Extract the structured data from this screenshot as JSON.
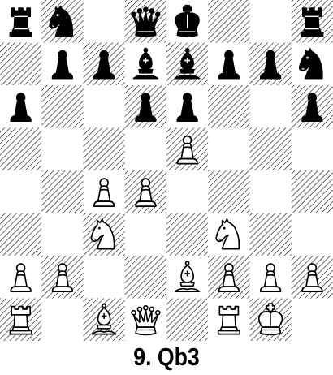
{
  "board": {
    "orientation": "white-bottom",
    "files": [
      "a",
      "b",
      "c",
      "d",
      "e",
      "f",
      "g",
      "h"
    ],
    "ranks": [
      "8",
      "7",
      "6",
      "5",
      "4",
      "3",
      "2",
      "1"
    ],
    "light_square_color": "#ffffff",
    "dark_square_style": "diagonal-hatch",
    "hatch_color": "#000000",
    "pieces": [
      {
        "square": "a8",
        "color": "black",
        "type": "rook"
      },
      {
        "square": "b8",
        "color": "black",
        "type": "knight"
      },
      {
        "square": "d8",
        "color": "black",
        "type": "queen"
      },
      {
        "square": "e8",
        "color": "black",
        "type": "king"
      },
      {
        "square": "h8",
        "color": "black",
        "type": "rook"
      },
      {
        "square": "b7",
        "color": "black",
        "type": "pawn"
      },
      {
        "square": "c7",
        "color": "black",
        "type": "pawn"
      },
      {
        "square": "d7",
        "color": "black",
        "type": "bishop"
      },
      {
        "square": "e7",
        "color": "black",
        "type": "bishop"
      },
      {
        "square": "f7",
        "color": "black",
        "type": "pawn"
      },
      {
        "square": "g7",
        "color": "black",
        "type": "pawn"
      },
      {
        "square": "h7",
        "color": "black",
        "type": "knight"
      },
      {
        "square": "a6",
        "color": "black",
        "type": "pawn"
      },
      {
        "square": "d6",
        "color": "black",
        "type": "pawn"
      },
      {
        "square": "e6",
        "color": "black",
        "type": "pawn"
      },
      {
        "square": "h6",
        "color": "black",
        "type": "pawn"
      },
      {
        "square": "e5",
        "color": "white",
        "type": "pawn"
      },
      {
        "square": "c4",
        "color": "white",
        "type": "pawn"
      },
      {
        "square": "d4",
        "color": "white",
        "type": "pawn"
      },
      {
        "square": "c3",
        "color": "white",
        "type": "knight"
      },
      {
        "square": "f3",
        "color": "white",
        "type": "knight"
      },
      {
        "square": "a2",
        "color": "white",
        "type": "pawn"
      },
      {
        "square": "b2",
        "color": "white",
        "type": "pawn"
      },
      {
        "square": "e2",
        "color": "white",
        "type": "bishop"
      },
      {
        "square": "f2",
        "color": "white",
        "type": "pawn"
      },
      {
        "square": "g2",
        "color": "white",
        "type": "pawn"
      },
      {
        "square": "h2",
        "color": "white",
        "type": "pawn"
      },
      {
        "square": "a1",
        "color": "white",
        "type": "rook"
      },
      {
        "square": "c1",
        "color": "white",
        "type": "bishop"
      },
      {
        "square": "d1",
        "color": "white",
        "type": "queen"
      },
      {
        "square": "f1",
        "color": "white",
        "type": "rook"
      },
      {
        "square": "g1",
        "color": "white",
        "type": "king"
      }
    ]
  },
  "caption": {
    "move_text": "9. Qb3"
  }
}
